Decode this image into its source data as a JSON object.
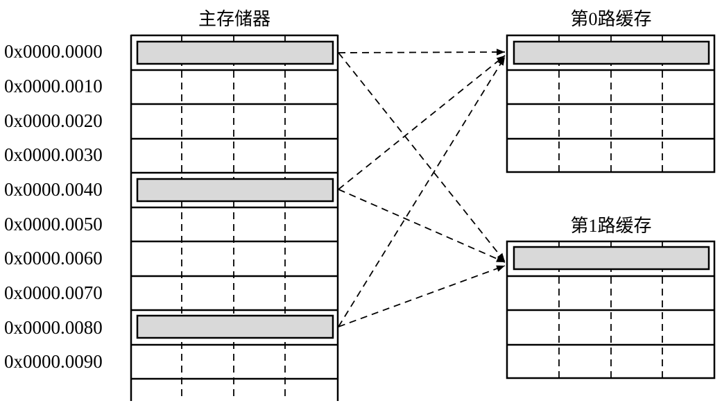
{
  "main_memory": {
    "title": "主存储器",
    "addresses": [
      "0x0000.0000",
      "0x0000.0010",
      "0x0000.0020",
      "0x0000.0030",
      "0x0000.0040",
      "0x0000.0050",
      "0x0000.0060",
      "0x0000.0070",
      "0x0000.0080",
      "0x0000.0090"
    ]
  },
  "way0": {
    "title": "第0路缓存"
  },
  "way1": {
    "title": "第1路缓存"
  },
  "colors": {
    "highlight_fill": "#d9d9d9",
    "line": "#000000"
  }
}
